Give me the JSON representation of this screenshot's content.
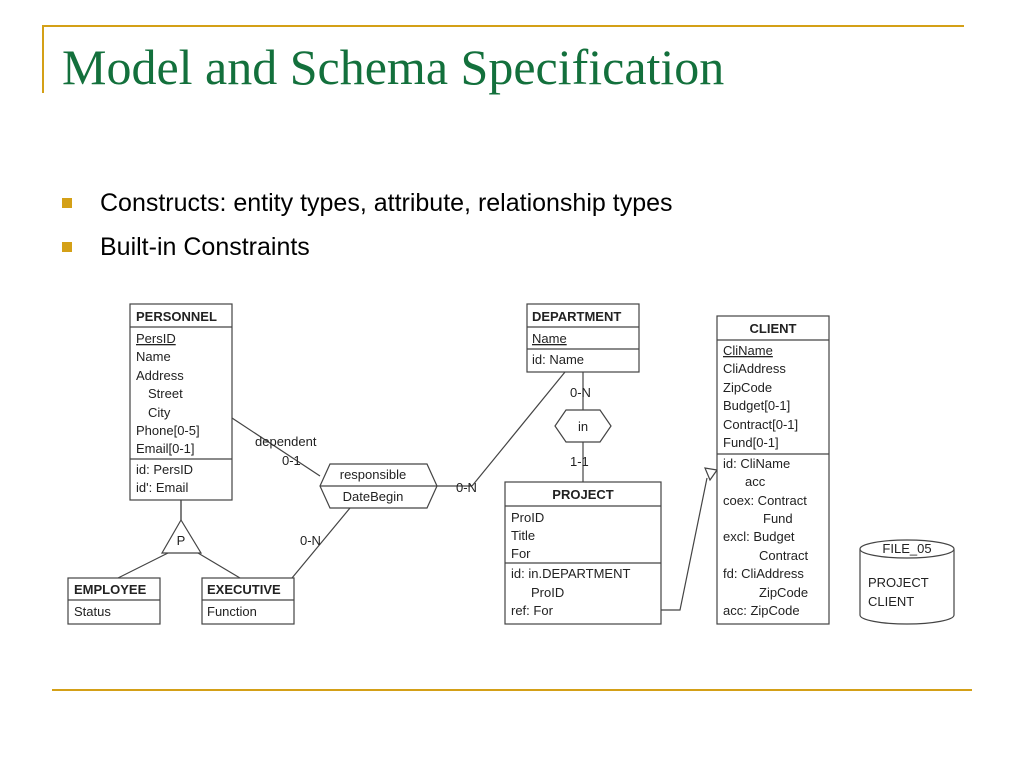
{
  "title": "Model and Schema Specification",
  "bullets": [
    "Constructs: entity types, attribute, relationship types",
    "Built-in Constraints"
  ],
  "colors": {
    "title": "#13703c",
    "accent": "#d4a017"
  },
  "diagram": {
    "personnel": {
      "name": "PERSONNEL",
      "attributes": [
        "PersID",
        "Name",
        "Address",
        "Street",
        "City",
        "Phone[0-5]",
        "Email[0-1]"
      ],
      "constraints": [
        "id: PersID",
        "id': Email"
      ]
    },
    "department": {
      "name": "DEPARTMENT",
      "attributes": [
        "Name"
      ],
      "constraints": [
        "id: Name"
      ]
    },
    "client": {
      "name": "CLIENT",
      "attributes": [
        "CliName",
        "CliAddress",
        "ZipCode",
        "Budget[0-1]",
        "Contract[0-1]",
        "Fund[0-1]"
      ],
      "constraints": [
        "id: CliName",
        "acc",
        "coex: Contract",
        "Fund",
        "excl: Budget",
        "Contract",
        "fd: CliAddress",
        "ZipCode",
        "acc: ZipCode"
      ]
    },
    "project": {
      "name": "PROJECT",
      "attributes": [
        "ProID",
        "Title",
        "For"
      ],
      "constraints": [
        "id: in.DEPARTMENT",
        "ProID",
        "ref: For"
      ]
    },
    "employee": {
      "name": "EMPLOYEE",
      "attributes": [
        "Status"
      ]
    },
    "executive": {
      "name": "EXECUTIVE",
      "attributes": [
        "Function"
      ]
    },
    "responsible": {
      "name": "responsible",
      "attributes": [
        "DateBegin"
      ]
    },
    "in_rel": {
      "name": "in"
    },
    "isa_label": "P",
    "labels": {
      "dependent": "dependent",
      "dep_card": "0-1",
      "resp_card_right": "0-N",
      "resp_card_left": "0-N",
      "in_card_top": "0-N",
      "in_card_bottom": "1-1"
    },
    "file": {
      "name": "FILE_05",
      "contents": [
        "PROJECT",
        "CLIENT"
      ]
    }
  }
}
